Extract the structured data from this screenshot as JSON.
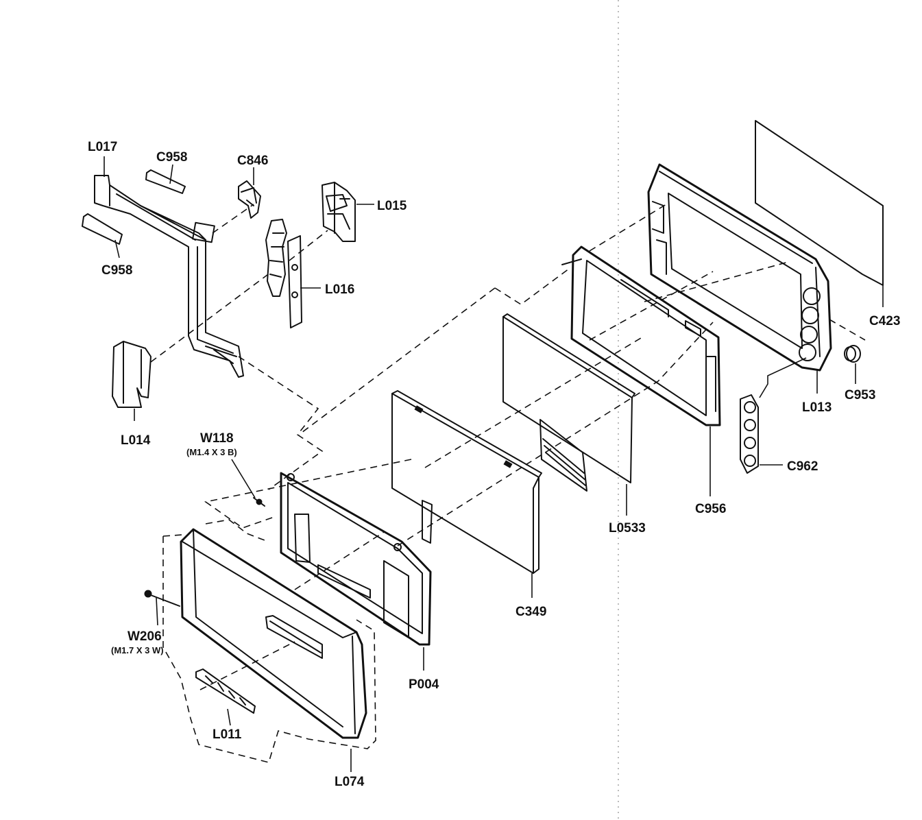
{
  "parts": {
    "l017": "L017",
    "c958_top": "C958",
    "c958_bottom": "C958",
    "c846": "C846",
    "l015": "L015",
    "l016": "L016",
    "l014": "L014",
    "w118": "W118",
    "w118_spec": "(M1.4 X 3 B)",
    "p004": "P004",
    "c349": "C349",
    "l0533": "L0533",
    "c956": "C956",
    "l013": "L013",
    "c953": "C953",
    "c962": "C962",
    "c423": "C423",
    "w206": "W206",
    "w206_spec": "(M1.7 X 3 W)",
    "l011": "L011",
    "l074": "L074"
  }
}
